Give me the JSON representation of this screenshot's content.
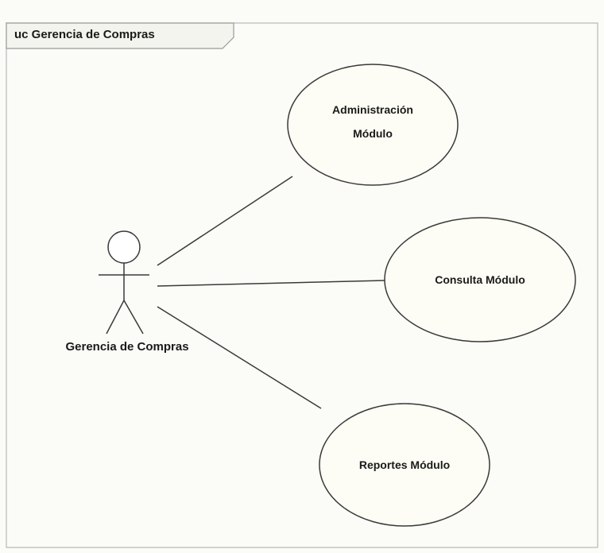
{
  "diagram": {
    "frame_label": "uc Gerencia de Compras",
    "actor": {
      "name": "Gerencia de Compras"
    },
    "use_cases": [
      {
        "line1": "Administración",
        "line2": "Módulo"
      },
      {
        "line1": "Consulta Módulo"
      },
      {
        "line1": "Reportes Módulo"
      }
    ],
    "colors": {
      "background": "#fbfbf8",
      "usecase_fill": "#fdfdf5",
      "stroke": "#3a3a3a",
      "frame_stroke": "#b8b8b8"
    }
  }
}
